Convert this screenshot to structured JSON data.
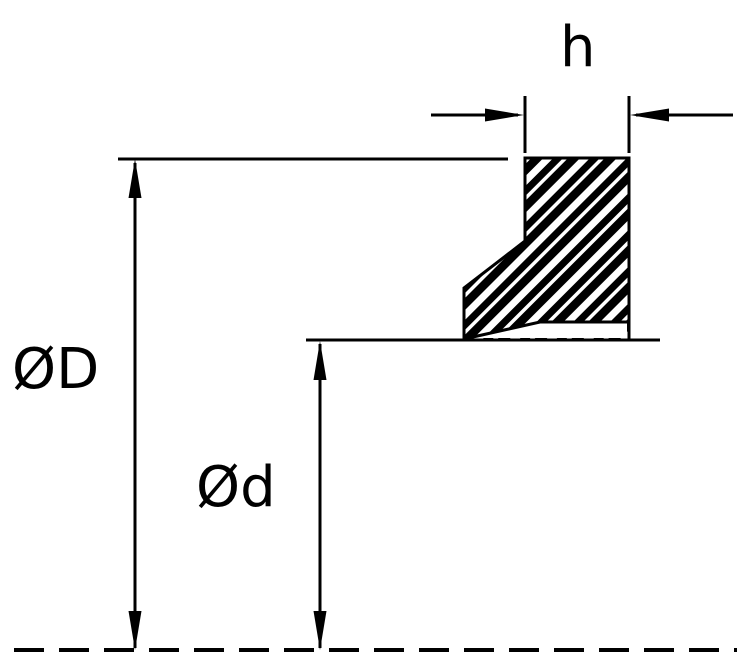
{
  "diagram": {
    "labels": {
      "outer_diameter": "ØD",
      "inner_diameter": "Ød",
      "height": "h"
    },
    "colors": {
      "ink": "#000000",
      "background": "#ffffff",
      "hatch_stripe": "#ffffff"
    }
  }
}
